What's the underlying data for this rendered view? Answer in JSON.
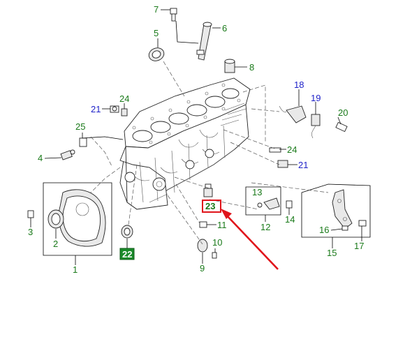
{
  "colors": {
    "callout_green": "#1a7a1a",
    "callout_blue": "#1f22c9",
    "highlight_red": "#e0141b",
    "boxed_label_fill": "#1a8a2a",
    "boxed_label_text": "#ffffff"
  },
  "labels": {
    "l1": "1",
    "l2": "2",
    "l3": "3",
    "l4": "4",
    "l5": "5",
    "l6": "6",
    "l7": "7",
    "l8": "8",
    "l9": "9",
    "l10": "10",
    "l11": "11",
    "l12": "12",
    "l13": "13",
    "l14": "14",
    "l15": "15",
    "l16": "16",
    "l17": "17",
    "l18": "18",
    "l19": "19",
    "l20": "20",
    "l21a": "21",
    "l21b": "21",
    "l22": "22",
    "l23": "23",
    "l24a": "24",
    "l24b": "24",
    "l25": "25"
  },
  "highlight": {
    "target": "23",
    "arrow_icon": "red-arrow-icon"
  }
}
